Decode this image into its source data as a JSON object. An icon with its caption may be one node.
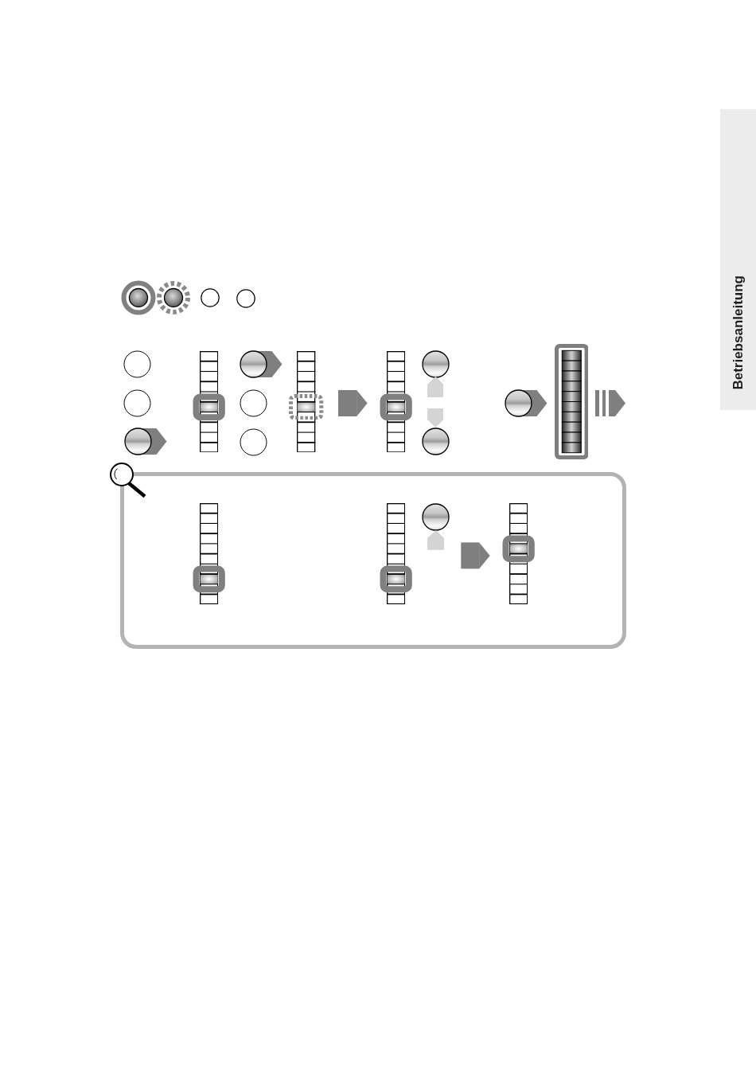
{
  "diagram": {
    "nodes": [
      {
        "text": [
          "Betriebsanleitung"
        ]
      },
      {
        "text": [],
        "shape": "bar"
      },
      {
        "text": [],
        "shape": "bar"
      },
      {
        "text": [],
        "shape": "bar"
      },
      {
        "text": [],
        "shape": "bar"
      },
      {
        "text": [],
        "shape": "box"
      },
      {
        "text": [],
        "shape": "bar",
        "in": 5
      },
      {
        "text": [],
        "shape": "bar",
        "in": 5
      },
      {
        "text": [],
        "shape": "bar",
        "in": 5
      }
    ],
    "edges": [
      {
        "from": 2,
        "to": 3,
        "arrow": "to"
      },
      {
        "from": 7,
        "to": 8,
        "arrow": "to"
      }
    ]
  }
}
